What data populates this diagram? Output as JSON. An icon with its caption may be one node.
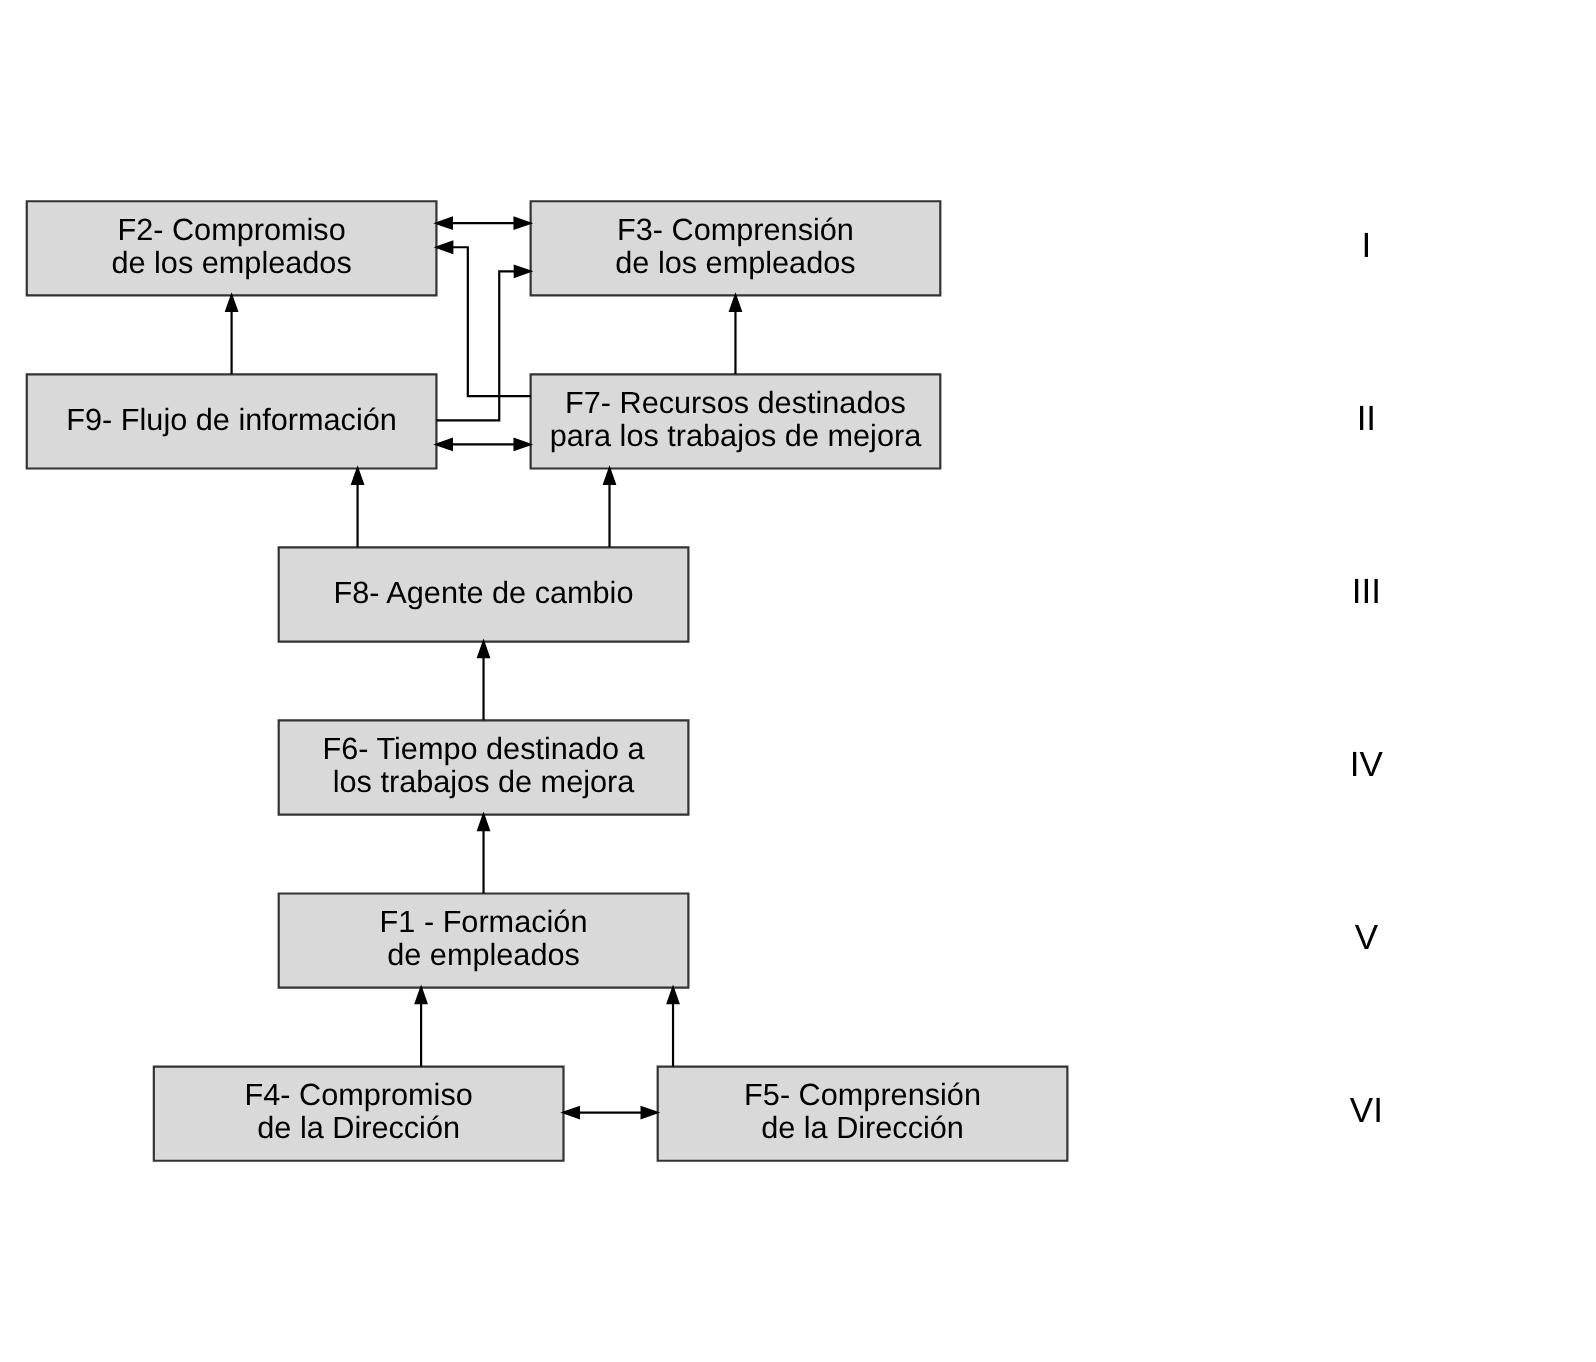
{
  "diagram": {
    "nodes": [
      {
        "text": [
          "F2- Compromiso de los empleados"
        ]
      },
      {
        "text": [
          "F3- Comprensión de los empleados"
        ]
      },
      {
        "text": [
          "F9- Flujo de información"
        ]
      },
      {
        "text": [
          "F7- Recursos destinados para los trabajos de mejora"
        ]
      },
      {
        "text": [
          "F8- Agente de cambio"
        ]
      },
      {
        "text": [
          "F6- Tiempo destinado a los trabajos de mejora"
        ]
      },
      {
        "text": [
          "F1 - Formación de empleados"
        ]
      },
      {
        "text": [
          "F4- Compromiso de la Dirección"
        ]
      },
      {
        "text": [
          "F5- Comprensión de la Dirección"
        ]
      }
    ],
    "edges": [
      {
        "from": 0,
        "to": 1,
        "arrow": "both"
      },
      {
        "from": 2,
        "to": 3,
        "arrow": "both"
      },
      {
        "from": 2,
        "to": 0,
        "arrow": "to"
      },
      {
        "from": 2,
        "to": 1,
        "arrow": "to"
      },
      {
        "from": 3,
        "to": 0,
        "arrow": "to"
      },
      {
        "from": 3,
        "to": 1,
        "arrow": "to"
      },
      {
        "from": 4,
        "to": 2,
        "arrow": "to"
      },
      {
        "from": 4,
        "to": 3,
        "arrow": "to"
      },
      {
        "from": 5,
        "to": 4,
        "arrow": "to"
      },
      {
        "from": 6,
        "to": 5,
        "arrow": "to"
      },
      {
        "from": 7,
        "to": 8,
        "arrow": "both"
      },
      {
        "from": 7,
        "to": 6,
        "arrow": "to"
      },
      {
        "from": 8,
        "to": 6,
        "arrow": "to"
      }
    ],
    "labels": [
      "I",
      "II",
      "III",
      "IV",
      "V",
      "VI"
    ]
  }
}
